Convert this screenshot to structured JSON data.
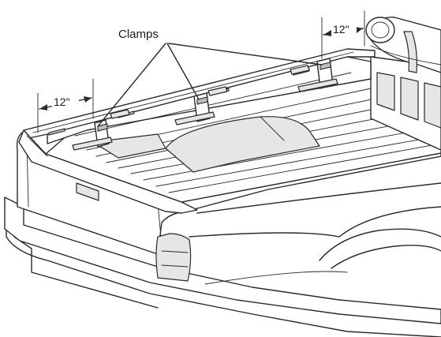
{
  "diagram": {
    "callout_label": "Clamps",
    "dimension_left": "12\"",
    "dimension_right": "12\""
  },
  "colors": {
    "line": "#2a2a2a",
    "shade_light": "#e6e6e6",
    "shade_dark": "#bdbdbd",
    "background": "#ffffff"
  }
}
